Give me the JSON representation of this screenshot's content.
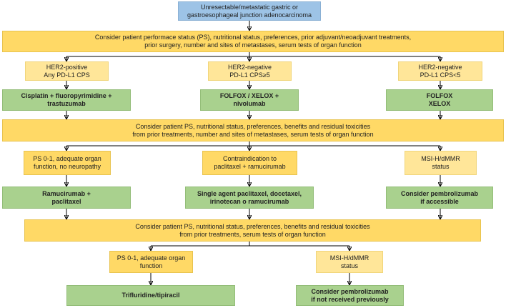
{
  "start": "Unresectable/metastatic gastric or\ngastroesophageal junction adenocarcinoma",
  "consider1": "Consider patient performace status (PS), nutritional status, preferences, prior adjuvant/neoadjuvant treatments,\nprior surgery, number and sites of metastases, serum tests of organ function",
  "line1": {
    "conditions": [
      "HER2-positive\nAny PD-L1 CPS",
      "HER2-negative\nPD-L1 CPS≥5",
      "HER2-negative\nPD-L1 CPS<5"
    ],
    "treatments": [
      "Cisplatin + fluoropyrimidine +\ntrastuzumab",
      "FOLFOX / XELOX +\nnivolumab",
      "FOLFOX\nXELOX"
    ]
  },
  "consider2": "Consider patient PS, nutritional status, preferences, benefits and residual toxicities\nfrom prior treatments, number and sites of metastases, serum tests of organ function",
  "line2": {
    "conditions": [
      "PS 0-1, adequate organ\nfunction, no neuropathy",
      "Contraindication to\npaclitaxel + ramucirumab",
      "MSI-H/dMMR\nstatus"
    ],
    "treatments": [
      "Ramucirumab +\npaclitaxel",
      "Single agent paclitaxel, docetaxel,\nirinotecan o ramucirumab",
      "Consider pembrolizumab\nif accessible"
    ]
  },
  "consider3": "Consider patient PS, nutritional status, preferences, benefits and residual toxicities\nfrom prior treatments, serum tests of organ function",
  "line3": {
    "conditions": [
      "PS 0-1, adequate organ\nfunction",
      "MSI-H/dMMR\nstatus"
    ],
    "treatments": [
      "Trifluridine/tipiracil",
      "Consider pembrolizumab\nif not received previously"
    ]
  }
}
